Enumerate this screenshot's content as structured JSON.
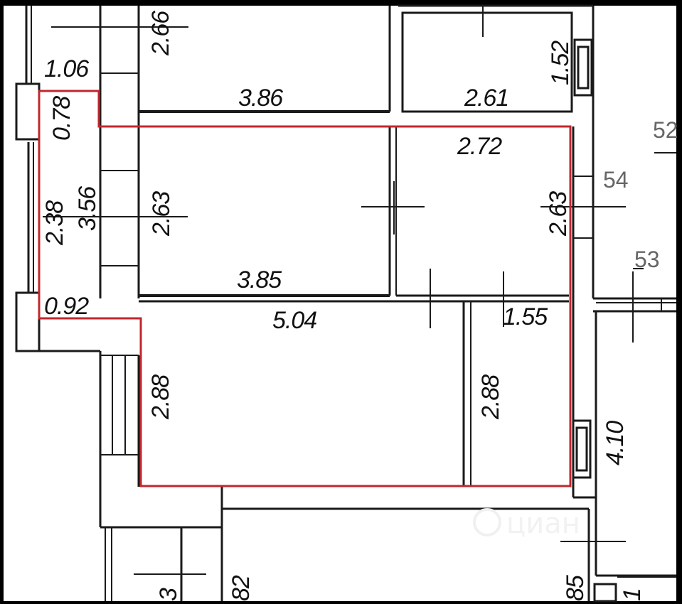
{
  "colors": {
    "frame": "#000000",
    "paper": "#ffffff",
    "wall": "#1a1a1a",
    "highlight": "#c0272d",
    "apartment_number": "#666666"
  },
  "dimensions": {
    "d_266": "2.66",
    "d_106": "1.06",
    "d_386": "3.86",
    "d_261": "2.61",
    "d_152": "1.52",
    "d_078": "0.78",
    "d_272": "2.72",
    "d_238": "2.38",
    "d_356": "3.56",
    "d_263_left": "2.63",
    "d_263_right": "2.63",
    "d_385": "3.85",
    "d_092": "0.92",
    "d_504": "5.04",
    "d_155": "1.55",
    "d_288_left": "2.88",
    "d_288_right": "2.88",
    "d_410": "4.10",
    "d_82_partial": "82",
    "d_85_partial": "85",
    "d_3_partial": "3",
    "d_1_partial": "1"
  },
  "apartment_numbers": {
    "n52": "52",
    "n53": "53",
    "n54": "54"
  },
  "watermark": {
    "text": "циан",
    "icon": "cian-logo-icon"
  }
}
